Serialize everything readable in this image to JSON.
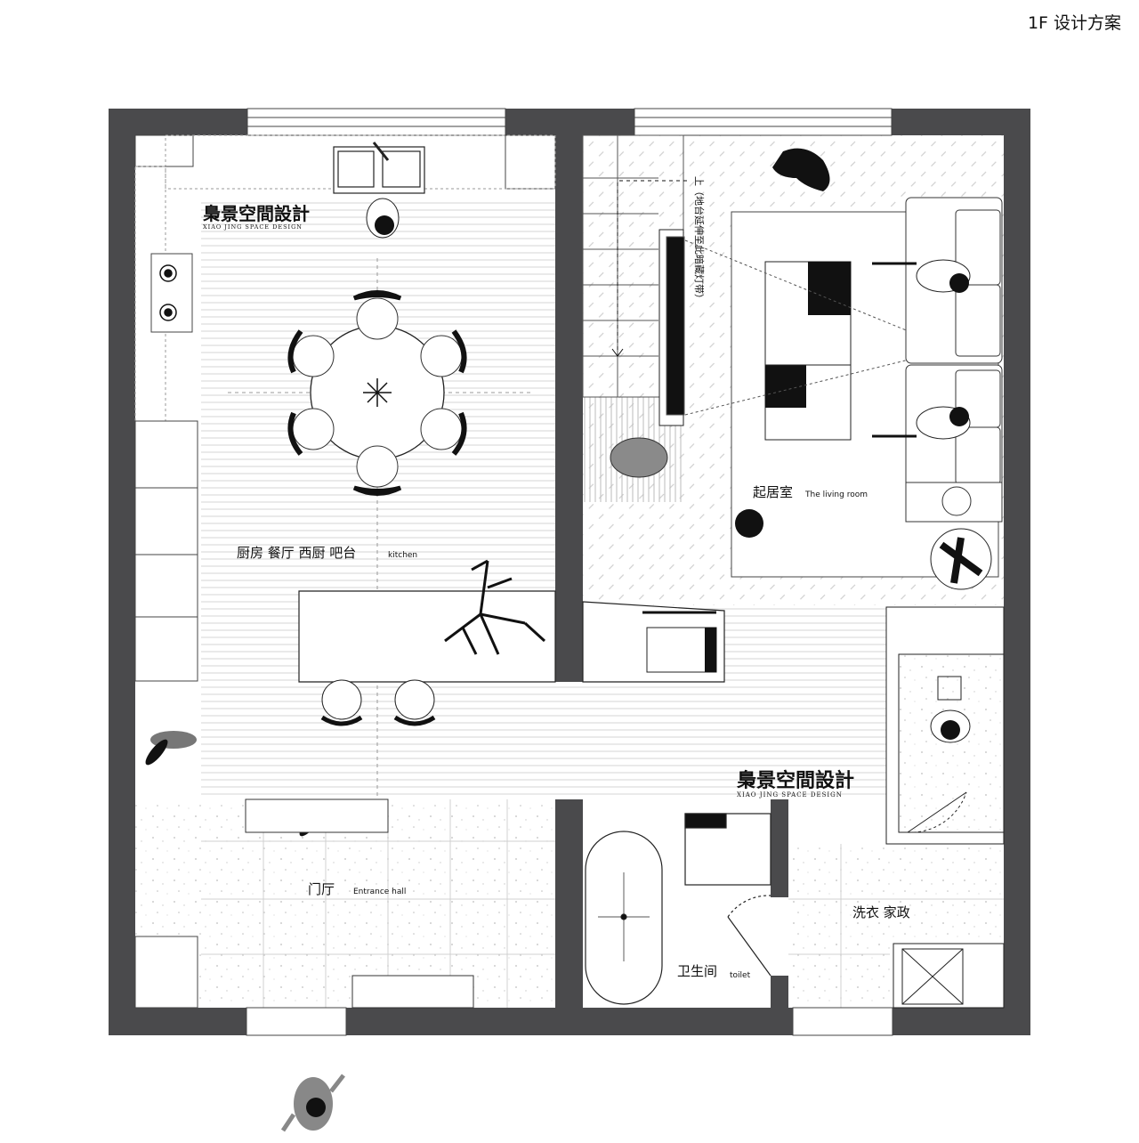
{
  "sheet_title": "1F  设计方案",
  "brand": {
    "name": "梟景空間設計",
    "subtitle": "XIAO JING SPACE DESIGN"
  },
  "rooms": {
    "kitchen": "厨房  餐厅  西厨  吧台",
    "kitchen_en": "kitchen",
    "living": "起居室",
    "living_en": "The living room",
    "entrance": "门厅",
    "entrance_en": "Entrance hall",
    "toilet": "卫生间",
    "toilet_en": "toilet",
    "laundry": "洗衣  家政"
  },
  "stair_note": "上（地台延伸至此暗藏灯带）",
  "colors": {
    "wall": "#4a4a4c",
    "line": "#222222",
    "dashed": "#9a9a9a"
  }
}
